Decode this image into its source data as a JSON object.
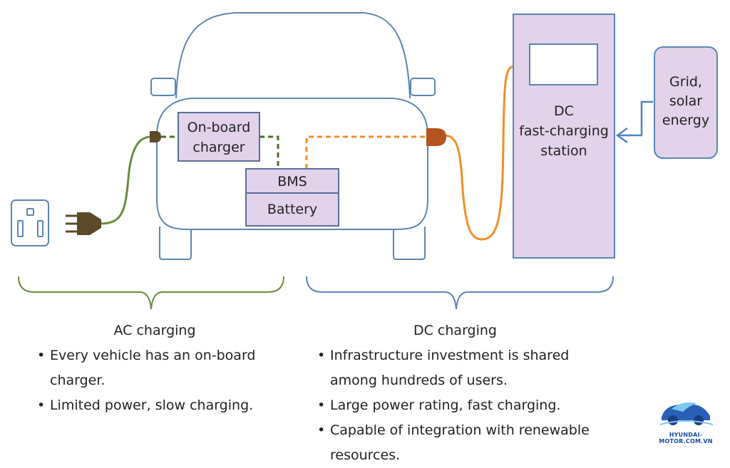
{
  "labels": {
    "onboard_charger": [
      "On-board",
      "charger"
    ],
    "bms": "BMS",
    "battery": "Battery",
    "dc_station": [
      "DC",
      "fast-charging",
      "station"
    ],
    "grid": [
      "Grid,",
      "solar",
      "energy"
    ]
  },
  "ac_section": {
    "title": "AC charging",
    "bullets": [
      "Every vehicle has an on-board charger.",
      "Limited power, slow charging."
    ]
  },
  "dc_section": {
    "title": "DC charging",
    "bullets": [
      "Infrastructure investment is shared among hundreds of users.",
      "Large power rating, fast charging.",
      "Capable of integration with renewable resources."
    ]
  },
  "watermark": {
    "text": "HYUNDAI-MOTOR.COM.VN",
    "logo_icon": "car-logo-icon"
  },
  "colors": {
    "outline_blue": "#5b86b5",
    "box_fill": "#e2d2ea",
    "box_stroke": "#5a6f9a",
    "ac_cable": "#6e8b3d",
    "ac_plug": "#5b4a2a",
    "dc_cable": "#ef8f2b",
    "dc_plug": "#b5541f",
    "arrow_blue": "#4b86c4"
  }
}
